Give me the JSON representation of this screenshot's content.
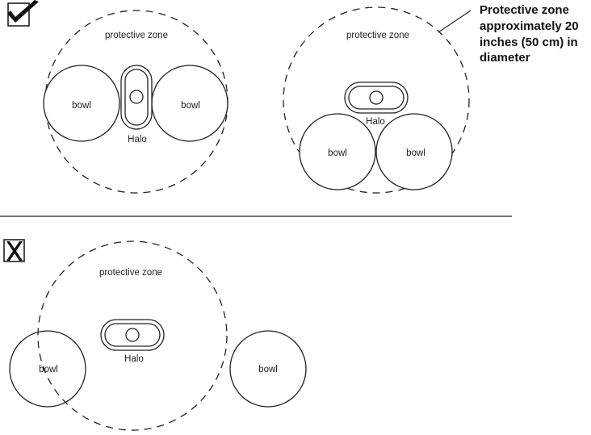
{
  "callout": {
    "lines": [
      "Protective zone",
      "approximately 20",
      "inches (50 cm) in",
      "diameter"
    ]
  },
  "correct": {
    "icon": "checkmark-icon",
    "example_a": {
      "zone_label": "protective zone",
      "bowl_left": "bowl",
      "bowl_right": "bowl",
      "device_label": "Halo"
    },
    "example_b": {
      "zone_label": "protective zone",
      "bowl_left": "bowl",
      "bowl_right": "bowl",
      "device_label": "Halo"
    }
  },
  "incorrect": {
    "icon": "x-mark-icon",
    "example": {
      "zone_label": "protective zone",
      "bowl_left": "bowl",
      "bowl_right": "bowl",
      "device_label": "Halo"
    }
  }
}
